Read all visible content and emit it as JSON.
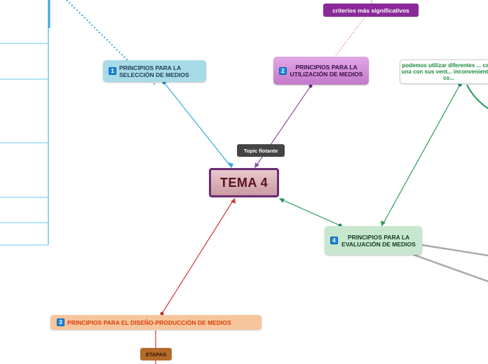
{
  "central_topic": "TEMA 4",
  "floating_topic": "Topic flotante",
  "topics": [
    {
      "number": "1",
      "label": "PRINCIPIOS PARA LA SELECCIÓN DE MEDIOS",
      "color": "#a8dbe8"
    },
    {
      "number": "2",
      "label": "PRINCIPIOS PARA LA UTILIZACIÓN DE MEDIOS",
      "color": "#d391d9"
    },
    {
      "number": "3",
      "label": "PRINCIPIOS PARA EL DISEÑO-PRODUCCIÓN DE MEDIOS",
      "color": "#f7c59c"
    },
    {
      "number": "4",
      "label": "PRINCIPIOS PARA LA EVALUACIÓN DE MEDIOS",
      "color": "#c8e7cf"
    }
  ],
  "subtopics": {
    "criterios": "criterios más significativos",
    "etapas": "ETAPAS",
    "podemos": "podemos utilizar diferentes ... cada una con sus vent... inconvenientes, co..."
  },
  "connector_colors": {
    "seleccion": "#3aa6dc",
    "utilizacion": "#8a4fb0",
    "diseno": "#d0393f",
    "evaluacion": "#1f9a5a"
  }
}
